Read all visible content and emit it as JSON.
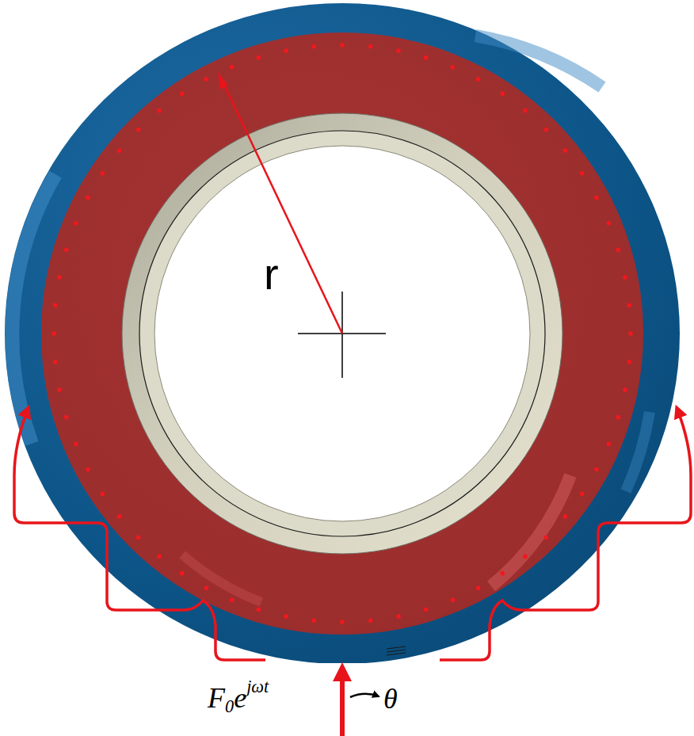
{
  "diagram": {
    "labels": [
      "r",
      "F0ejωt",
      "θ"
    ]
  }
}
